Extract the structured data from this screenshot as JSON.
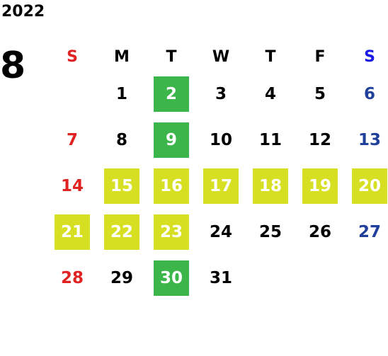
{
  "calendar": {
    "year": "2022",
    "month": "8",
    "weekdays": [
      "S",
      "M",
      "T",
      "W",
      "T",
      "F",
      "S"
    ],
    "highlight_colors": {
      "green": "#3cb54a",
      "yellow": "#d7df23"
    },
    "weeks": [
      [
        {
          "d": ""
        },
        {
          "d": "1"
        },
        {
          "d": "2",
          "h": "green"
        },
        {
          "d": "3"
        },
        {
          "d": "4"
        },
        {
          "d": "5"
        },
        {
          "d": "6"
        }
      ],
      [
        {
          "d": "7"
        },
        {
          "d": "8"
        },
        {
          "d": "9",
          "h": "green"
        },
        {
          "d": "10"
        },
        {
          "d": "11"
        },
        {
          "d": "12"
        },
        {
          "d": "13"
        }
      ],
      [
        {
          "d": "14"
        },
        {
          "d": "15",
          "h": "yellow"
        },
        {
          "d": "16",
          "h": "yellow"
        },
        {
          "d": "17",
          "h": "yellow"
        },
        {
          "d": "18",
          "h": "yellow"
        },
        {
          "d": "19",
          "h": "yellow"
        },
        {
          "d": "20",
          "h": "yellow"
        }
      ],
      [
        {
          "d": "21",
          "h": "yellow"
        },
        {
          "d": "22",
          "h": "yellow"
        },
        {
          "d": "23",
          "h": "yellow"
        },
        {
          "d": "24"
        },
        {
          "d": "25"
        },
        {
          "d": "26"
        },
        {
          "d": "27"
        }
      ],
      [
        {
          "d": "28"
        },
        {
          "d": "29"
        },
        {
          "d": "30",
          "h": "green"
        },
        {
          "d": "31"
        },
        {
          "d": ""
        },
        {
          "d": ""
        },
        {
          "d": ""
        }
      ]
    ]
  }
}
